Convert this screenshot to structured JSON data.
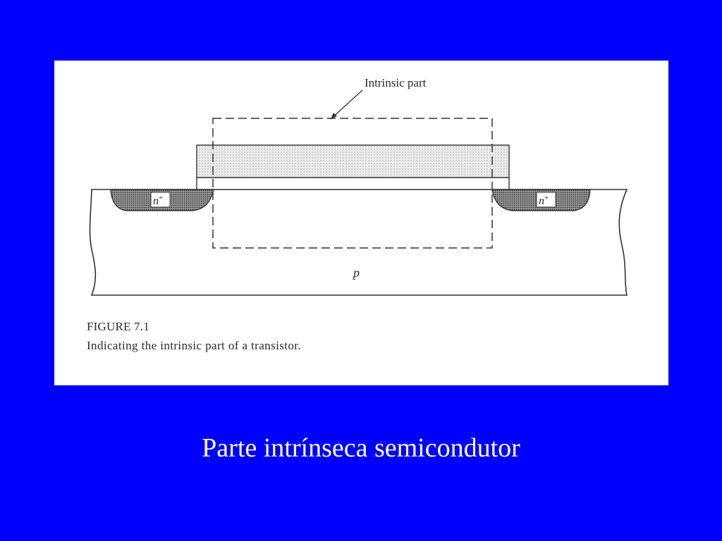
{
  "slide": {
    "title": "Parte intrínseca semicondutor",
    "background_color": "#0000ff",
    "text_color": "#ffffff"
  },
  "figure": {
    "callout_label": "Intrinsic part",
    "source_label": "n",
    "source_superscript": "+",
    "drain_label": "n",
    "drain_superscript": "+",
    "substrate_label": "p",
    "caption_number": "FIGURE 7.1",
    "caption_text": "Indicating the intrinsic part of a transistor."
  }
}
